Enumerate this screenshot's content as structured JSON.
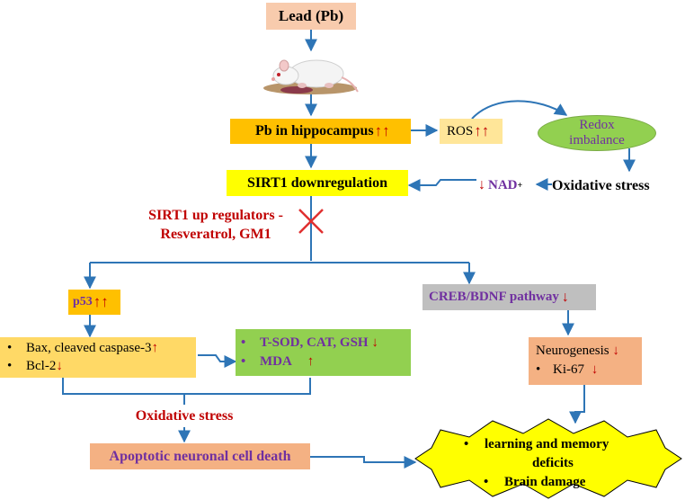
{
  "nodes": {
    "lead": "Lead (Pb)",
    "pb_hippo": "Pb in hippocampus",
    "pb_hippo_arrows": "↑↑",
    "ros": "ROS",
    "ros_arrows": "↑↑",
    "redox_line1": "Redox",
    "redox_line2": "imbalance",
    "oxidative_stress_right": "Oxidative stress",
    "nad_arrow": "↓",
    "nad": "NAD",
    "nad_sup": "+",
    "sirt1": "SIRT1 downregulation",
    "upreg_line1": "SIRT1 up regulators -",
    "upreg_line2": "Resveratrol, GM1",
    "p53": "p53",
    "p53_arrows": "↑↑",
    "creb": "CREB/BDNF pathway",
    "creb_arrow": "↓",
    "bax": "Bax, cleaved caspase-3",
    "bax_arrow": "↑",
    "bcl2": "Bcl-2",
    "bcl2_arrow": "↓",
    "tsod": "T-SOD, CAT, GSH",
    "tsod_arrow": "↓",
    "mda": "MDA",
    "mda_arrow": "↑",
    "neuro": "Neurogenesis",
    "neuro_arrow": "↓",
    "ki67": "Ki-67",
    "ki67_arrow": "↓",
    "oxidative_stress_left": "Oxidative stress",
    "apoptotic": "Apoptotic neuronal cell death",
    "outcome_line1": "learning and memory",
    "outcome_line2": "deficits",
    "outcome_line3": "Brain damage",
    "bullet": "•"
  },
  "colors": {
    "arrow": "#2e75b6",
    "lead_fill": "#f8cbad",
    "pb_fill": "#ffc000",
    "ros_fill": "#ffe699",
    "redox_fill": "#92d050",
    "sirt1_fill": "#ffff00",
    "p53_fill": "#ffc000",
    "creb_fill": "#bfbfbf",
    "bax_fill": "#ffd966",
    "tsod_fill": "#92d050",
    "neuro_fill": "#f4b183",
    "apoptotic_fill": "#f4b183",
    "outcome_fill": "#ffff00",
    "red_text": "#c00000",
    "purple_text": "#7030a0"
  },
  "icons": {
    "rat": "rat-image",
    "block": "red-x-icon"
  }
}
